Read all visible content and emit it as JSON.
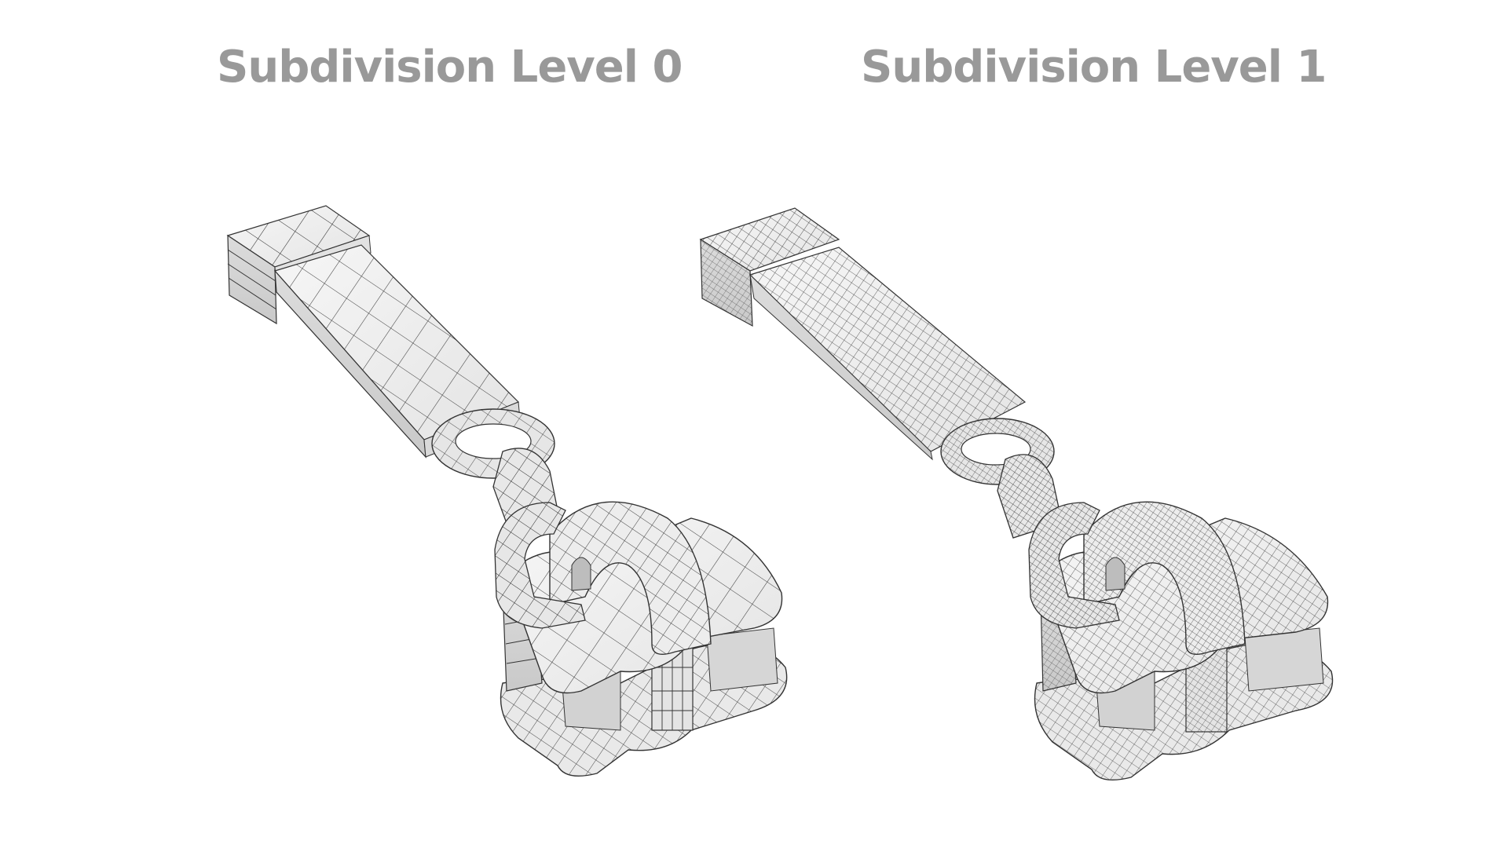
{
  "image": {
    "background": "#ffffff",
    "title_color": "#999999",
    "mesh_fill": "#ececec",
    "mesh_shade": "#d6d6d6",
    "wire_color": "#222222"
  },
  "panels": [
    {
      "title": "Subdivision Level 0",
      "subject": "zipper-pull-wireframe-render",
      "mesh_density": "low"
    },
    {
      "title": "Subdivision Level 1",
      "subject": "zipper-pull-wireframe-render",
      "mesh_density": "high"
    }
  ]
}
